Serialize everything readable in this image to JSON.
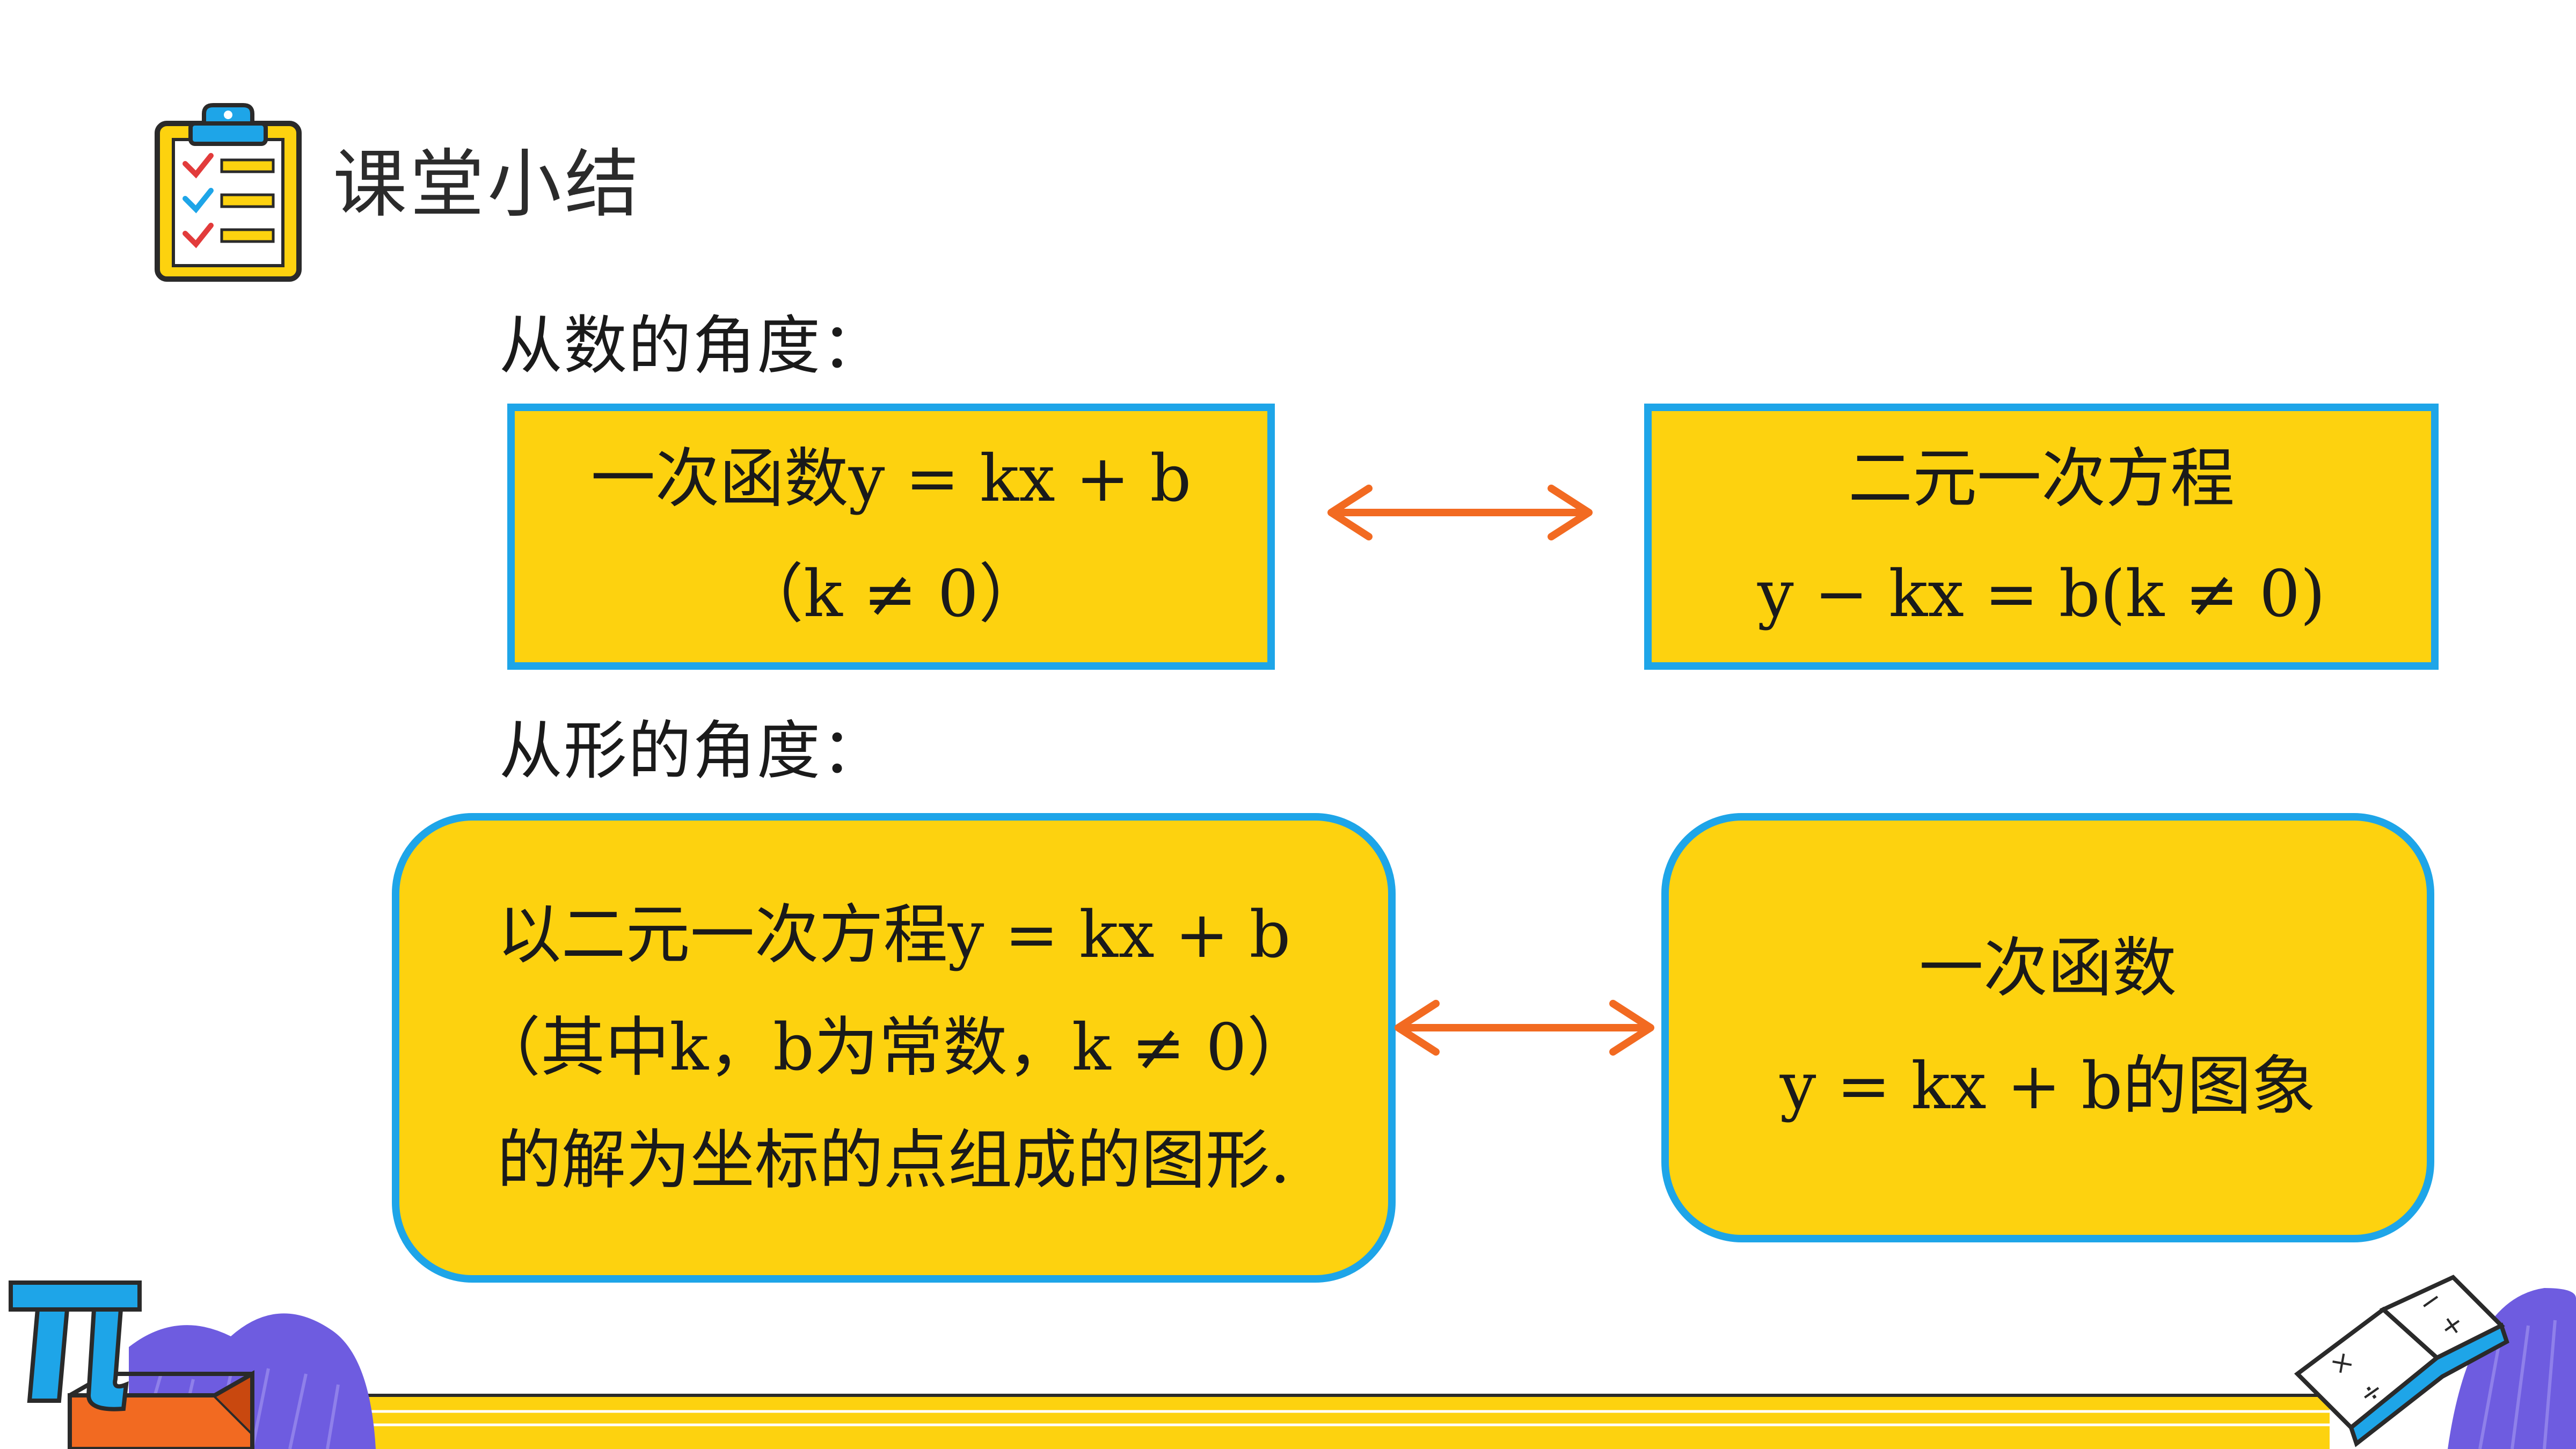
{
  "header": {
    "title": "课堂小结",
    "icon": "clipboard-checklist-icon"
  },
  "sections": {
    "numeric_label": "从数的角度：",
    "shape_label": "从形的角度："
  },
  "boxes": {
    "linear_function": {
      "line1": "一次函数y = kx + b",
      "line2": "（k ≠ 0）"
    },
    "binary_equation": {
      "line1": "二元一次方程",
      "line2": "y − kx = b(k ≠ 0)"
    },
    "solution_graph": {
      "line1": "以二元一次方程y = kx + b",
      "line2": "（其中k，b为常数，k ≠ 0）",
      "line3": "的解为坐标的点组成的图形."
    },
    "function_graph": {
      "line1": "一次函数",
      "line2": "y = kx + b的图象"
    }
  },
  "decorations": {
    "pi_symbol": "π"
  },
  "colors": {
    "box_fill": "#fdd20f",
    "box_border": "#1ea5e8",
    "arrow": "#f26a21",
    "accent_purple": "#6e5ce0"
  }
}
